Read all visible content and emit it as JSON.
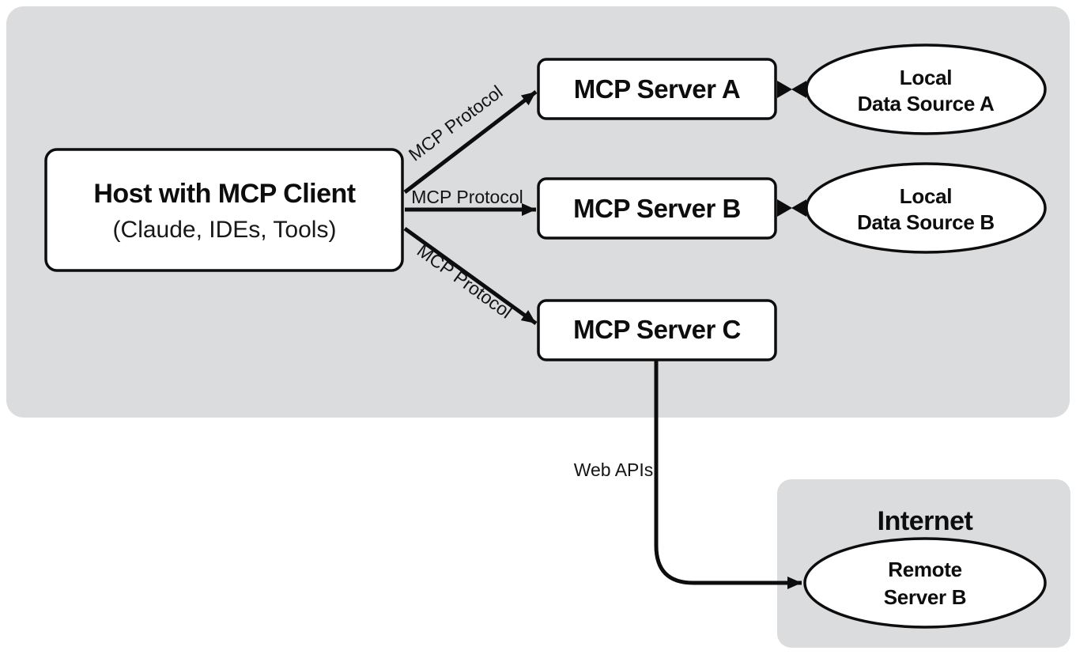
{
  "diagram": {
    "host": {
      "title": "Host with MCP Client",
      "subtitle": "(Claude, IDEs, Tools)"
    },
    "servers": [
      {
        "label": "MCP Server A"
      },
      {
        "label": "MCP Server B"
      },
      {
        "label": "MCP Server C"
      }
    ],
    "data_sources": [
      {
        "line1": "Local",
        "line2": "Data Source A"
      },
      {
        "line1": "Local",
        "line2": "Data Source B"
      }
    ],
    "internet": {
      "title": "Internet"
    },
    "remote_server": {
      "line1": "Remote",
      "line2": "Server B"
    },
    "edge_labels": {
      "protocol_a": "MCP Protocol",
      "protocol_b": "MCP Protocol",
      "protocol_c": "MCP Protocol",
      "web_apis": "Web APIs"
    },
    "colors": {
      "panel_gray": "#dbdcde",
      "node_fill": "#ffffff",
      "stroke_black": "#0d0d0d",
      "background": "#ffffff"
    }
  }
}
